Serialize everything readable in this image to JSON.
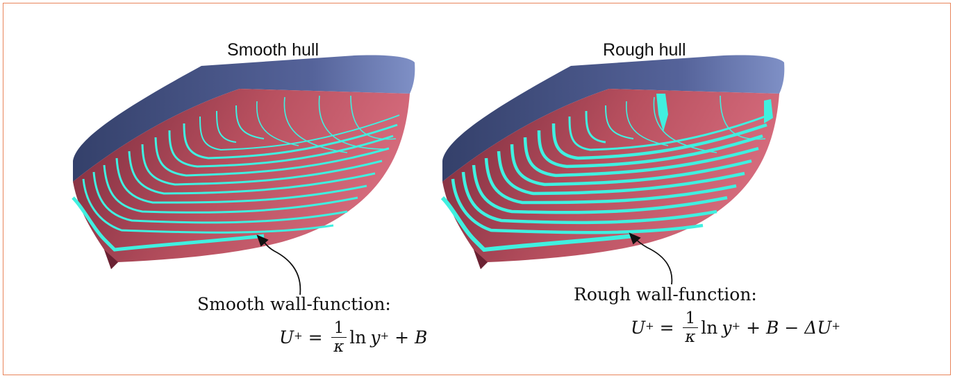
{
  "panels": [
    {
      "title": "Smooth hull",
      "caption": "Smooth wall-function:",
      "formula": {
        "lhs": "U",
        "lhs_sup": "+",
        "eq": "=",
        "frac_num": "1",
        "frac_den": "κ",
        "ln": "ln",
        "y": "y",
        "y_sup": "+",
        "plus": "+",
        "B": "B",
        "extra": ""
      }
    },
    {
      "title": "Rough hull",
      "caption": "Rough wall-function:",
      "formula": {
        "lhs": "U",
        "lhs_sup": "+",
        "eq": "=",
        "frac_num": "1",
        "frac_den": "κ",
        "ln": "ln",
        "y": "y",
        "y_sup": "+",
        "plus": "+",
        "B": "B",
        "extra": "− ΔU",
        "extra_sup": "+"
      }
    }
  ],
  "colors": {
    "border": "#e8845a",
    "deck": "#6f7fb3",
    "deck_dark": "#3c4a78",
    "hull": "#c65a6e",
    "hull_dark": "#8e3347",
    "streamline": "#40f0e0"
  }
}
